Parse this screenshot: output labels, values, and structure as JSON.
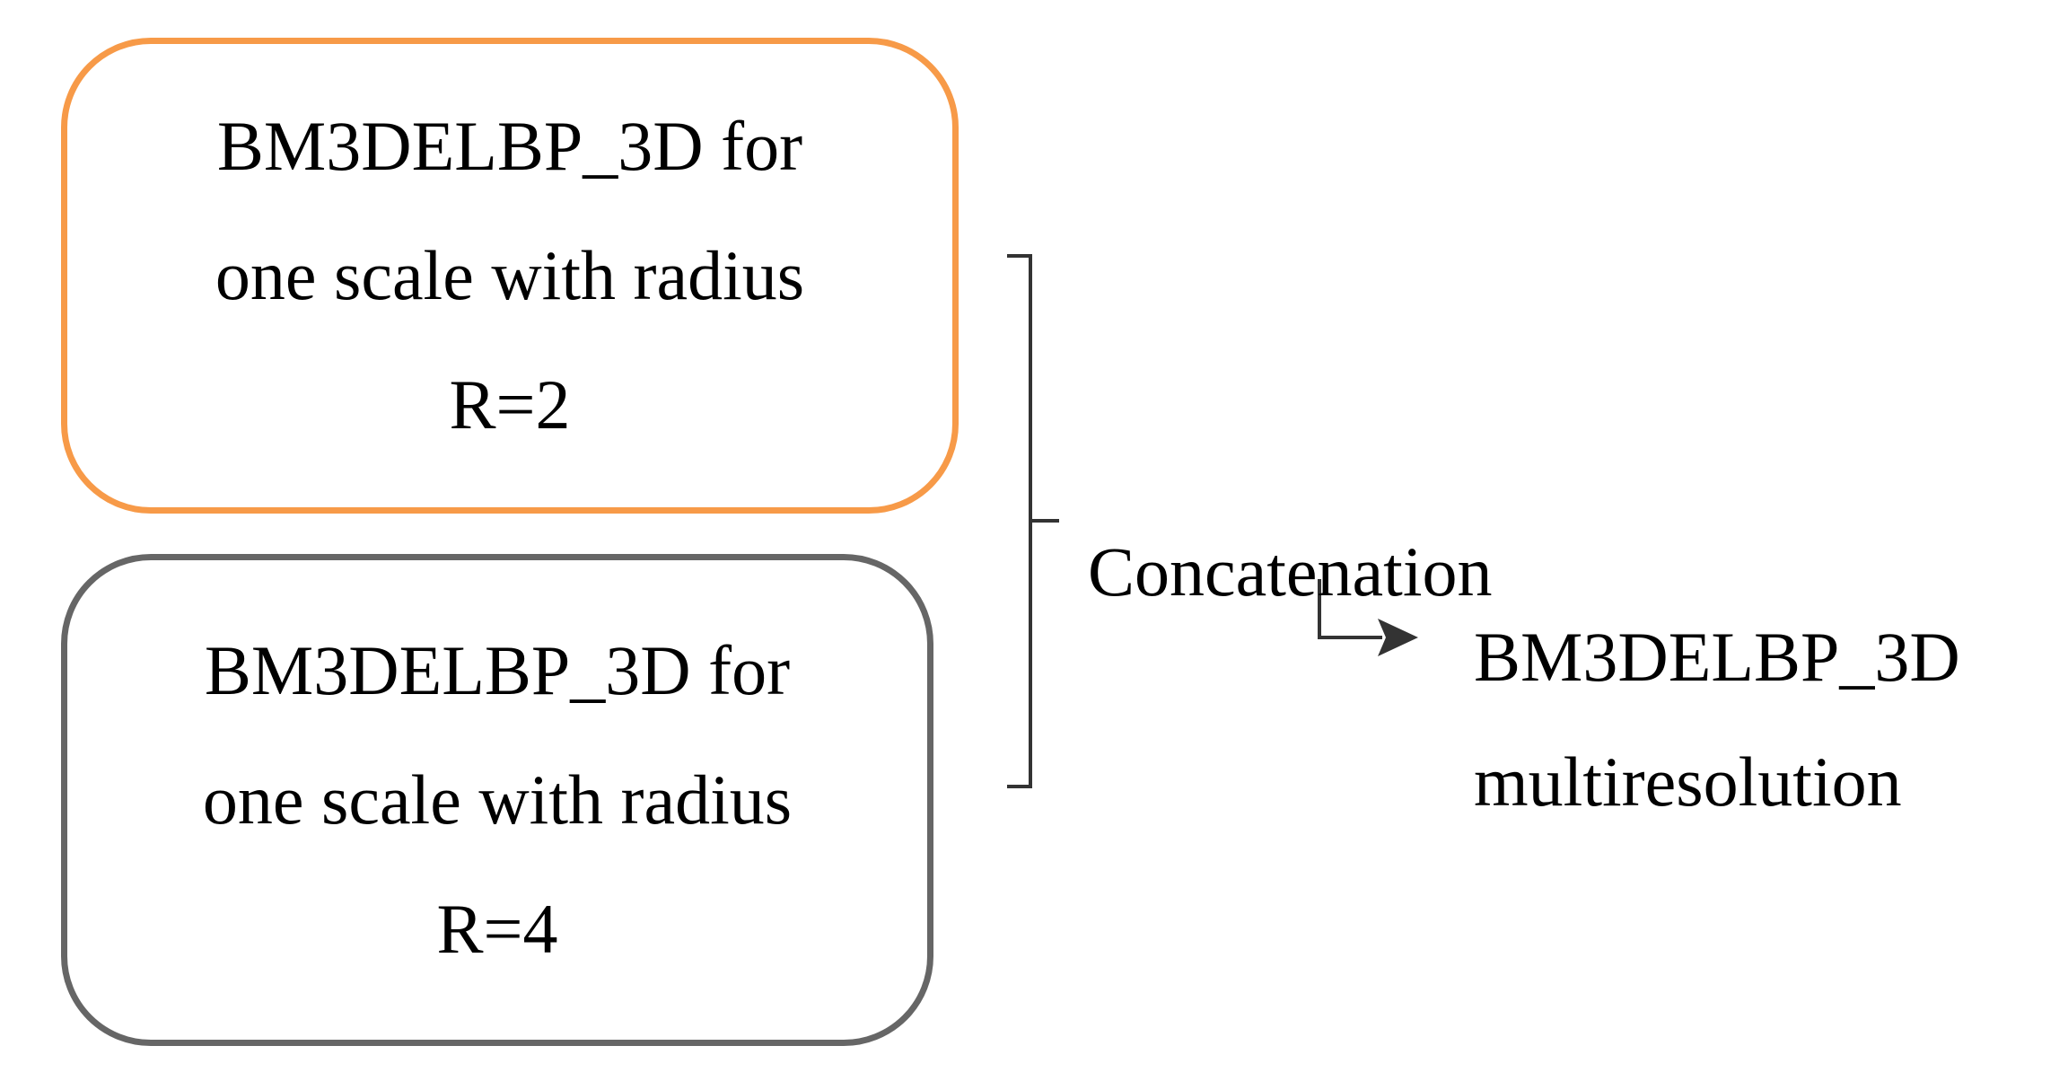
{
  "boxes": [
    {
      "lines": [
        "BM3DELBP_3D for",
        "one scale with radius",
        "R=2"
      ],
      "border_color": "#f79a48"
    },
    {
      "lines": [
        "BM3DELBP_3D for",
        "one scale with radius",
        "R=4"
      ],
      "border_color": "#666666"
    }
  ],
  "concatenation_label": "Concatenation",
  "result": {
    "lines": [
      "BM3DELBP_3D",
      "multiresolution"
    ]
  },
  "colors": {
    "connector": "#333333",
    "text": "#000000"
  }
}
